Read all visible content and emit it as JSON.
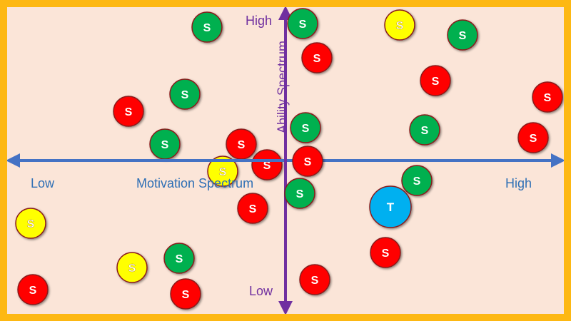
{
  "axes": {
    "horizontal_label": "Motivation Spectrum",
    "horizontal_low": "Low",
    "horizontal_high": "High",
    "vertical_label": "Ability Spectrum",
    "vertical_low": "Low",
    "vertical_high": "High"
  },
  "colors": {
    "frame": "#fdb813",
    "background": "#fbe5d8",
    "horizontal_axis": "#4472c4",
    "vertical_axis": "#7030a0",
    "red": "#ff0000",
    "green": "#00b050",
    "yellow": "#ffff00",
    "blue": "#00b0f0"
  },
  "markers": [
    {
      "label": "S",
      "color": "green"
    },
    {
      "label": "S",
      "color": "green"
    },
    {
      "label": "S",
      "color": "yellow"
    },
    {
      "label": "S",
      "color": "green"
    },
    {
      "label": "S",
      "color": "red"
    },
    {
      "label": "S",
      "color": "red"
    },
    {
      "label": "S",
      "color": "green"
    },
    {
      "label": "S",
      "color": "red"
    },
    {
      "label": "S",
      "color": "red"
    },
    {
      "label": "S",
      "color": "green"
    },
    {
      "label": "S",
      "color": "green"
    },
    {
      "label": "S",
      "color": "red"
    },
    {
      "label": "S",
      "color": "green"
    },
    {
      "label": "S",
      "color": "red"
    },
    {
      "label": "S",
      "color": "yellow"
    },
    {
      "label": "S",
      "color": "red"
    },
    {
      "label": "S",
      "color": "red"
    },
    {
      "label": "S",
      "color": "green"
    },
    {
      "label": "S",
      "color": "green"
    },
    {
      "label": "S",
      "color": "red"
    },
    {
      "label": "T",
      "color": "blue"
    },
    {
      "label": "S",
      "color": "yellow"
    },
    {
      "label": "S",
      "color": "red"
    },
    {
      "label": "S",
      "color": "yellow"
    },
    {
      "label": "S",
      "color": "green"
    },
    {
      "label": "S",
      "color": "red"
    },
    {
      "label": "S",
      "color": "red"
    },
    {
      "label": "S",
      "color": "red"
    }
  ]
}
